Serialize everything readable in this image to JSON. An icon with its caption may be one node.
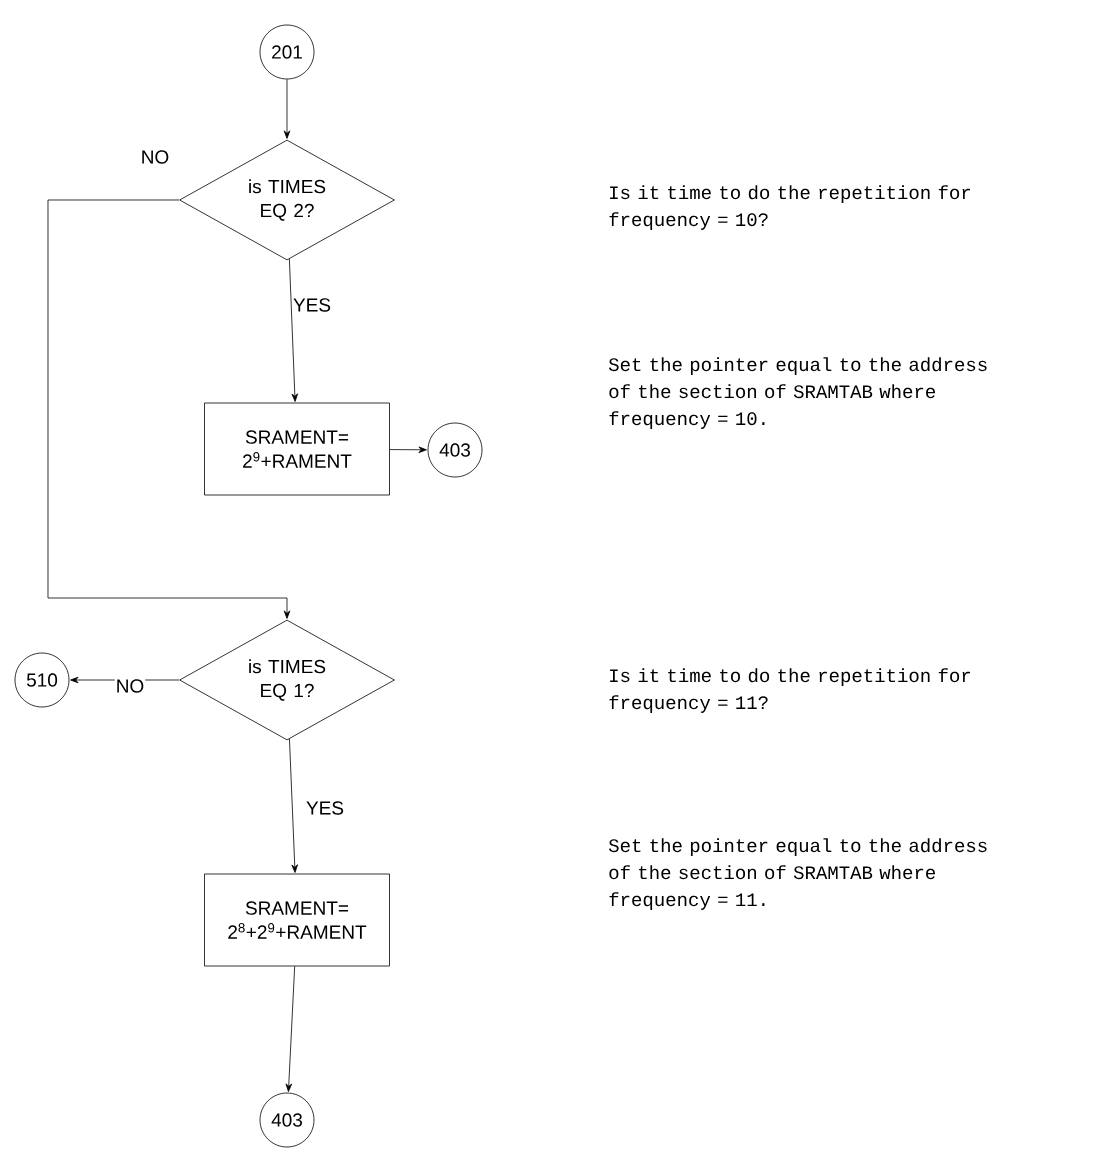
{
  "diagram": {
    "nodes": [
      {
        "text": [
          "201"
        ]
      },
      {
        "text": [
          "is TIMES EQ 2?"
        ]
      },
      {
        "text": [
          "SRAMENT= 2$^{9}$+RAMENT"
        ]
      },
      {
        "text": [
          "403"
        ]
      },
      {
        "text": [
          "is TIMES EQ 1?"
        ]
      },
      {
        "text": [
          "510"
        ]
      },
      {
        "text": [
          "SRAMENT= 2$^{8}$+2$^{9}$+RAMENT"
        ]
      },
      {
        "text": [
          "403"
        ]
      }
    ],
    "edges": [
      {
        "from": 0,
        "to": 1,
        "arrow": "to"
      },
      {
        "from": 1,
        "to": 2,
        "arrow": "to",
        "label": "YES"
      },
      {
        "from": 2,
        "to": 3,
        "arrow": "to"
      },
      {
        "from": 1,
        "to": 4,
        "arrow": "to",
        "label": "NO"
      },
      {
        "from": 4,
        "to": 5,
        "arrow": "to",
        "label": "NO"
      },
      {
        "from": 4,
        "to": 6,
        "arrow": "to",
        "label": "YES"
      },
      {
        "from": 6,
        "to": 7,
        "arrow": "to"
      }
    ],
    "labels": [
      "Is it time to do the repetition for frequency = 10?",
      "Set the pointer equal to the address of the section of SRAMTAB where frequency = 10.",
      "Is it time to do the repetition for frequency = 11?",
      "Set the pointer equal to the address of the section of SRAMTAB where frequency = 11."
    ]
  }
}
